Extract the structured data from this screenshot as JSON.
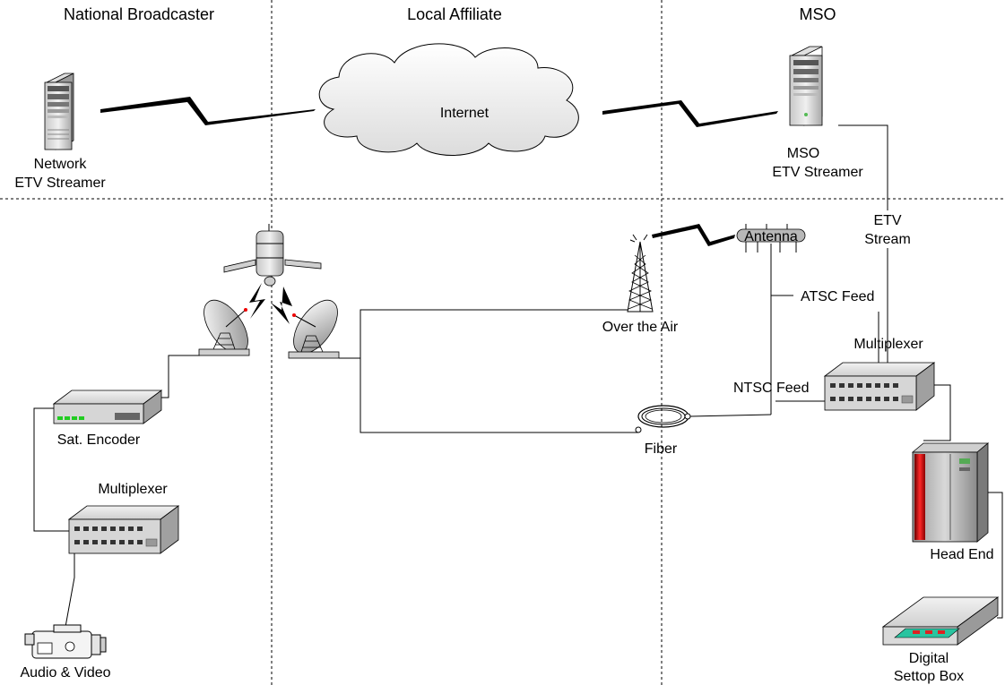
{
  "zones": {
    "national": "National Broadcaster",
    "local": "Local Affiliate",
    "mso": "MSO"
  },
  "nodes": {
    "network_streamer": {
      "line1": "Network",
      "line2": "ETV Streamer",
      "icon": "server-tower-icon"
    },
    "internet": {
      "label": "Internet",
      "icon": "cloud-icon"
    },
    "mso_streamer": {
      "line1": "MSO",
      "line2": "ETV Streamer",
      "icon": "server-tower-icon"
    },
    "etv_stream": {
      "line1": "ETV",
      "line2": "Stream"
    },
    "antenna": {
      "label": "Antenna",
      "icon": "antenna-icon"
    },
    "over_the_air": {
      "label": "Over the Air",
      "icon": "radio-tower-icon"
    },
    "atsc_feed": {
      "label": "ATSC Feed"
    },
    "ntsc_feed": {
      "label": "NTSC Feed"
    },
    "mso_multiplexer": {
      "label": "Multiplexer",
      "icon": "multiplexer-icon"
    },
    "satellite": {
      "icon": "satellite-icon"
    },
    "sat_encoder": {
      "label": "Sat. Encoder",
      "icon": "encoder-icon"
    },
    "nb_multiplexer": {
      "label": "Multiplexer",
      "icon": "multiplexer-icon"
    },
    "camera": {
      "label": "Audio & Video",
      "icon": "camcorder-icon"
    },
    "fiber": {
      "label": "Fiber",
      "icon": "fiber-coil-icon"
    },
    "head_end": {
      "label": "Head End",
      "icon": "head-end-rack-icon"
    },
    "settop": {
      "line1": "Digital",
      "line2": "Settop Box",
      "icon": "settop-box-icon"
    }
  }
}
